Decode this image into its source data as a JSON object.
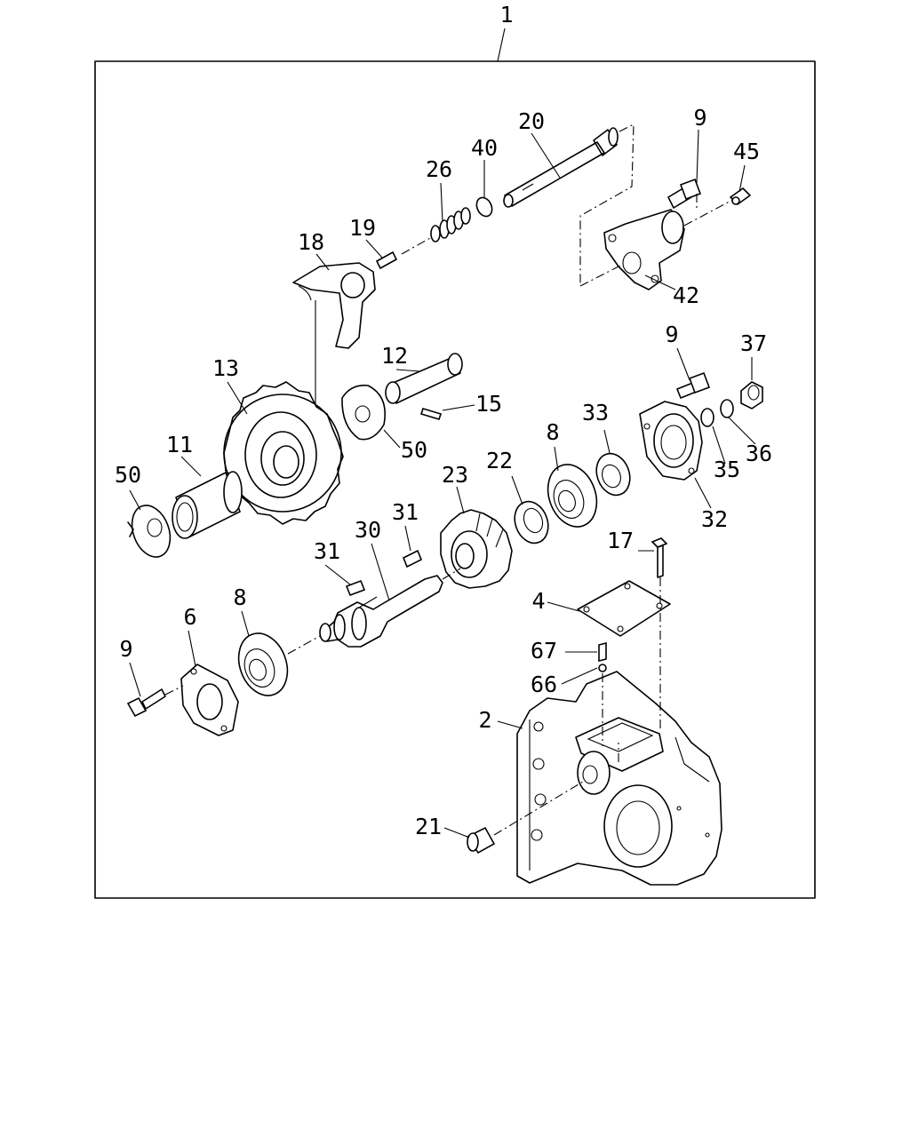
{
  "callouts": {
    "c1": "1",
    "c20": "20",
    "c9a": "9",
    "c40": "40",
    "c45": "45",
    "c26": "26",
    "c18": "18",
    "c19": "19",
    "c42": "42",
    "c12": "12",
    "c9b": "9",
    "c37": "37",
    "c13": "13",
    "c15": "15",
    "c33": "33",
    "c50a": "50",
    "c8a": "8",
    "c35": "35",
    "c36": "36",
    "c11": "11",
    "c22": "22",
    "c23": "23",
    "c50b": "50",
    "c32": "32",
    "c31a": "31",
    "c30": "30",
    "c17": "17",
    "c31b": "31",
    "c4": "4",
    "c8b": "8",
    "c6": "6",
    "c67": "67",
    "c9c": "9",
    "c66": "66",
    "c2": "2",
    "c21": "21"
  }
}
